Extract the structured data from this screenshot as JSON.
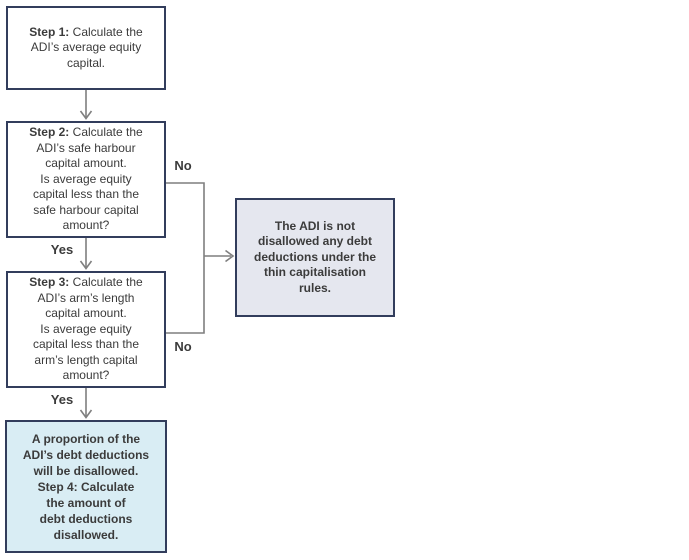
{
  "colors": {
    "navy-border": "#323d5c",
    "line-gray": "#7f7f7f",
    "text-dark": "#3b3b3b",
    "decision-fill": "#ffffff",
    "outcome-neutral-fill": "#e5e7ef",
    "outcome-final-fill": "#d9edf4"
  },
  "boxes": {
    "step1": {
      "bold": "Step 1:",
      "rest": " Calculate the\nADI’s average equity\ncapital."
    },
    "step2": {
      "bold": "Step 2:",
      "rest": " Calculate the\nADI’s safe harbour\ncapital amount.\nIs average equity\ncapital less than the\nsafe harbour capital\namount?"
    },
    "step3": {
      "bold": "Step 3:",
      "rest": " Calculate the\nADI’s arm’s length\ncapital amount.\nIs average equity\ncapital less than the\narm’s length capital\namount?"
    },
    "no_outcome": {
      "text": "The ADI is not\ndisallowed any debt\ndeductions under the\nthin capitalisation\nrules."
    },
    "step4": {
      "text": "A proportion of the\nADI’s debt deductions\nwill be disallowed.\nStep 4: Calculate\nthe amount of\ndebt deductions\ndisallowed."
    }
  },
  "labels": {
    "yes_step2": "Yes",
    "yes_step3": "Yes",
    "no_step2": "No",
    "no_step3": "No"
  }
}
